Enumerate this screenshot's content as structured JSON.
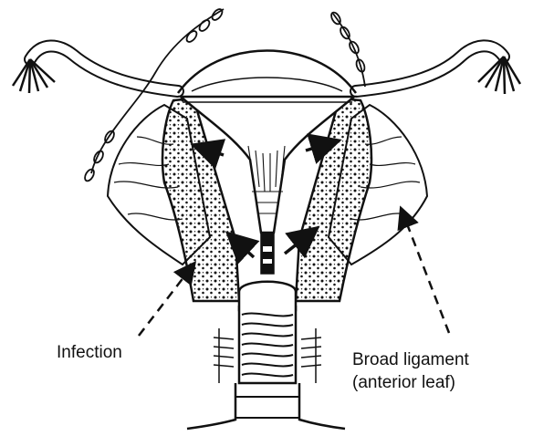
{
  "labels": {
    "infection": "Infection",
    "broad_ligament_line1": "Broad ligament",
    "broad_ligament_line2": "(anterior leaf)"
  },
  "colors": {
    "ink": "#111111",
    "background": "#ffffff"
  }
}
